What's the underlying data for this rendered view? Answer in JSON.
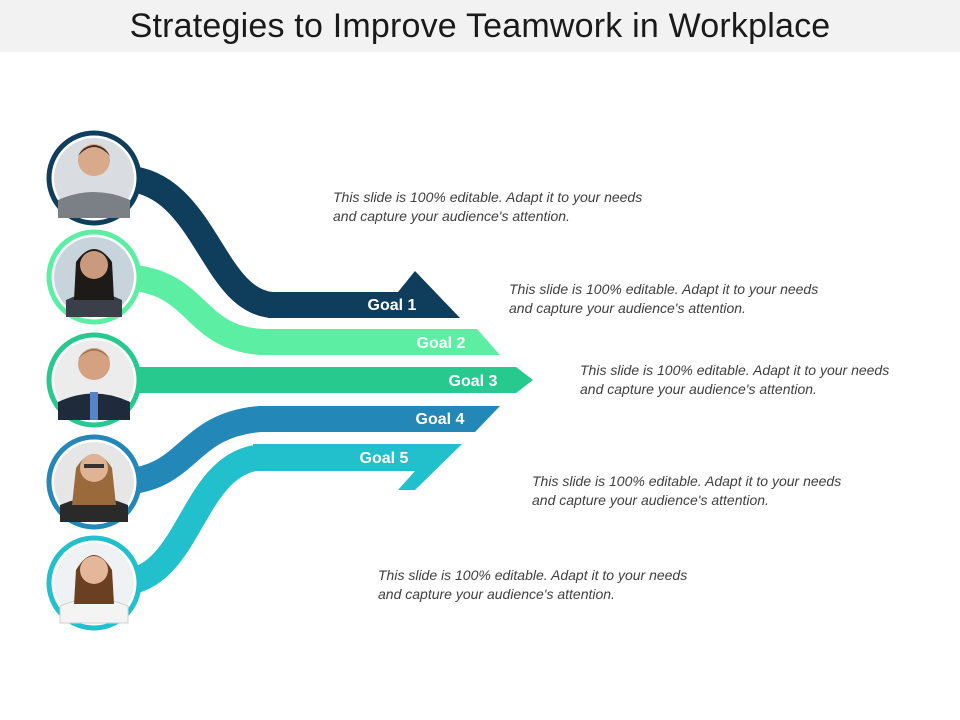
{
  "title": "Strategies to Improve Teamwork in Workplace",
  "goals": [
    {
      "label": "Goal 1",
      "color": "#0f3d5c",
      "person": "man-in-suit"
    },
    {
      "label": "Goal 2",
      "color": "#5cefa3",
      "person": "woman-dark-hair"
    },
    {
      "label": "Goal 3",
      "color": "#27c98e",
      "person": "man-on-phone"
    },
    {
      "label": "Goal 4",
      "color": "#2388b8",
      "person": "woman-glasses"
    },
    {
      "label": "Goal 5",
      "color": "#22c0cc",
      "person": "woman-white-blouse"
    }
  ],
  "descriptions": [
    {
      "line1": "This slide is 100% editable.  Adapt it to your needs",
      "line2": "and capture your audience's attention."
    },
    {
      "line1": "This slide is 100% editable.  Adapt it to your needs",
      "line2": "and capture your audience's attention."
    },
    {
      "line1": "This slide is 100% editable.  Adapt it to your needs",
      "line2": "and capture your audience's attention."
    },
    {
      "line1": "This slide is 100% editable.  Adapt it to your needs",
      "line2": "and capture your audience's attention."
    },
    {
      "line1": "This slide is 100% editable.  Adapt it to your needs",
      "line2": "and capture your audience's attention."
    }
  ]
}
